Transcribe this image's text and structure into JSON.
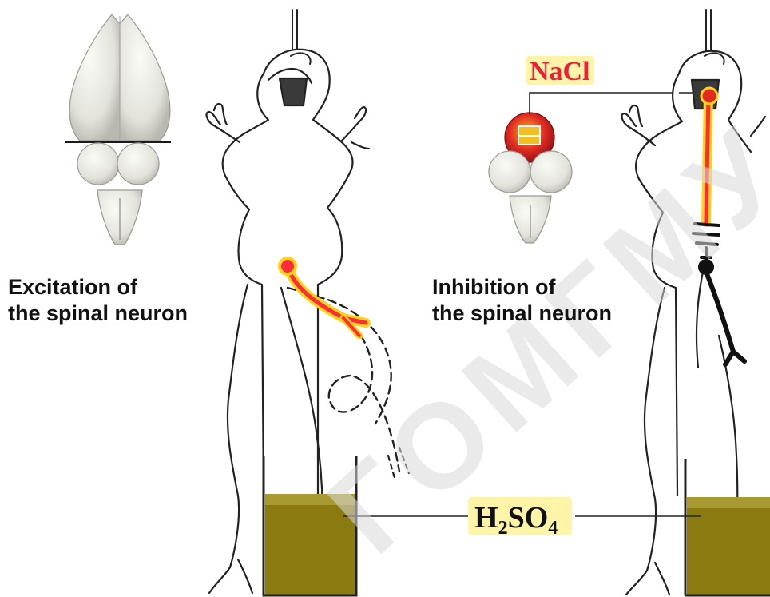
{
  "labels": {
    "excitation": {
      "line1": "Excitation of",
      "line2": "the spinal neuron"
    },
    "inhibition": {
      "line1": "Inhibition of",
      "line2": "the spinal neuron"
    }
  },
  "chemicals": {
    "salt": "NaCl",
    "acid": {
      "base1": "H",
      "sub1": "2",
      "base2": "SO",
      "sub2": "4"
    }
  },
  "watermark": "ГОМГМУ",
  "colors": {
    "nerve": "#ff2a3a",
    "nerve_glow": "#ffd21a",
    "acid_liquid": "#8a7a10",
    "acid_liquid_light": "#a89a30",
    "salt_label": "#e8203a",
    "brain_tissue": "#eeeee8",
    "outline": "#2a2a2a"
  }
}
